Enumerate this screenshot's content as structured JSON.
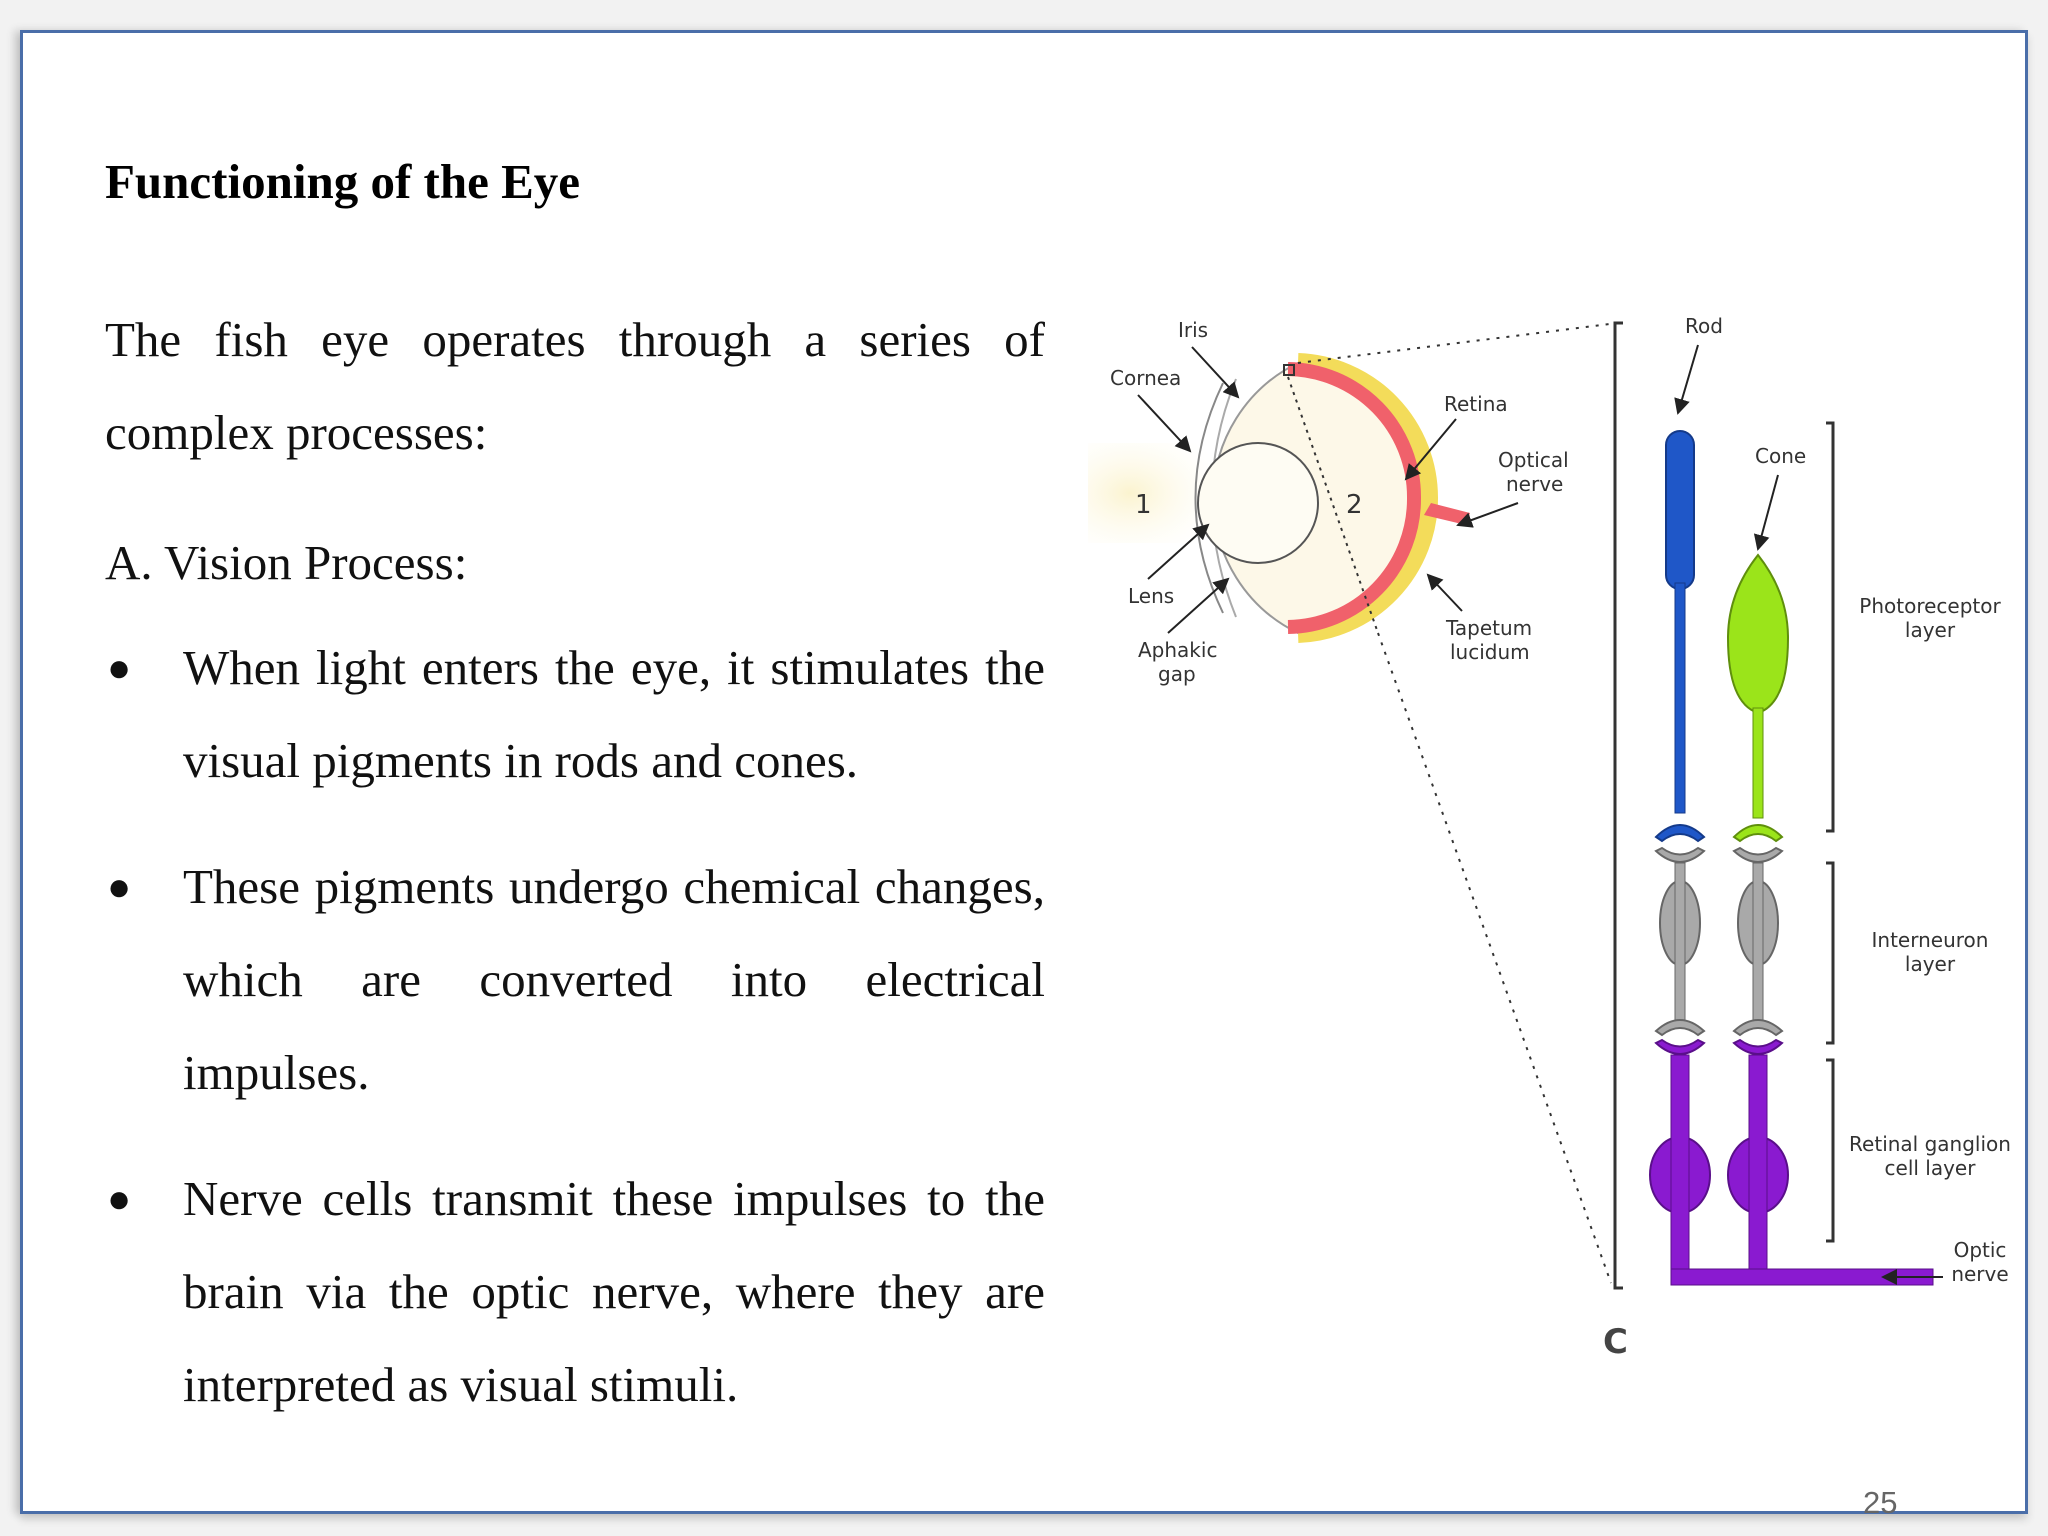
{
  "heading": "Functioning of the Eye",
  "intro": "The fish eye operates through a series of complex processes:",
  "subheading": "A. Vision Process:",
  "bullets": [
    "When light enters the eye, it stimulates the visual pigments in rods and cones.",
    "These pigments undergo chemical changes, which are converted into electrical impulses.",
    "Nerve cells transmit these impulses to the brain via the optic nerve, where they are interpreted as visual stimuli."
  ],
  "figure": {
    "eye_labels": {
      "iris": "Iris",
      "cornea": "Cornea",
      "retina": "Retina",
      "optical_nerve_1": "Optical",
      "optical_nerve_2": "nerve",
      "lens": "Lens",
      "aphakic_gap_1": "Aphakic",
      "aphakic_gap_2": "gap",
      "tapetum_1": "Tapetum",
      "tapetum_2": "lucidum",
      "region_1": "1",
      "region_2": "2"
    },
    "retina_labels": {
      "rod": "Rod",
      "cone": "Cone",
      "photoreceptor_1": "Photoreceptor",
      "photoreceptor_2": "layer",
      "interneuron_1": "Interneuron",
      "interneuron_2": "layer",
      "ganglion_1": "Retinal ganglion",
      "ganglion_2": "cell layer",
      "optic_nerve_1": "Optic",
      "optic_nerve_2": "nerve",
      "panel_letter": "C"
    },
    "colors": {
      "rod": "#1f57c8",
      "cone": "#9be41a",
      "interneuron": "#a9a9a9",
      "ganglion": "#8a1ad0",
      "retina": "#f0616b",
      "tapetum": "#f3dc5a",
      "eye_fill": "#fdf8e8"
    }
  },
  "page_number": "25"
}
